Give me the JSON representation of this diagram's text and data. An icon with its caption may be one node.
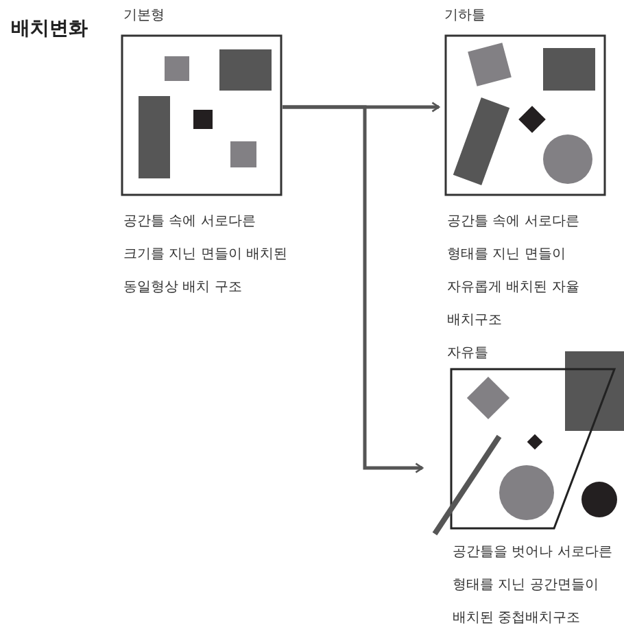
{
  "diagram": {
    "title": "배치변화",
    "nodes": [
      {
        "text": [
          "기본형"
        ],
        "beside": [
          "공간틀 속에 서로다른 크기를 지닌 면들이 배치된 동일형상 배치 구조"
        ]
      },
      {
        "text": [
          "기하틀"
        ],
        "beside": [
          "공간틀 속에 서로다른 형태를 지닌 면들이 자유롭게 배치된 자율 배치구조"
        ]
      },
      {
        "text": [
          "자유틀"
        ],
        "beside": [
          "공간틀을 벗어나 서로다른 형태를 지닌 공간면들이 배치된 중첩배치구조"
        ]
      }
    ],
    "edges": [
      {
        "from": 0,
        "to": 1,
        "arrow": "to"
      },
      {
        "from": 0,
        "to": 2,
        "arrow": "to"
      }
    ]
  }
}
